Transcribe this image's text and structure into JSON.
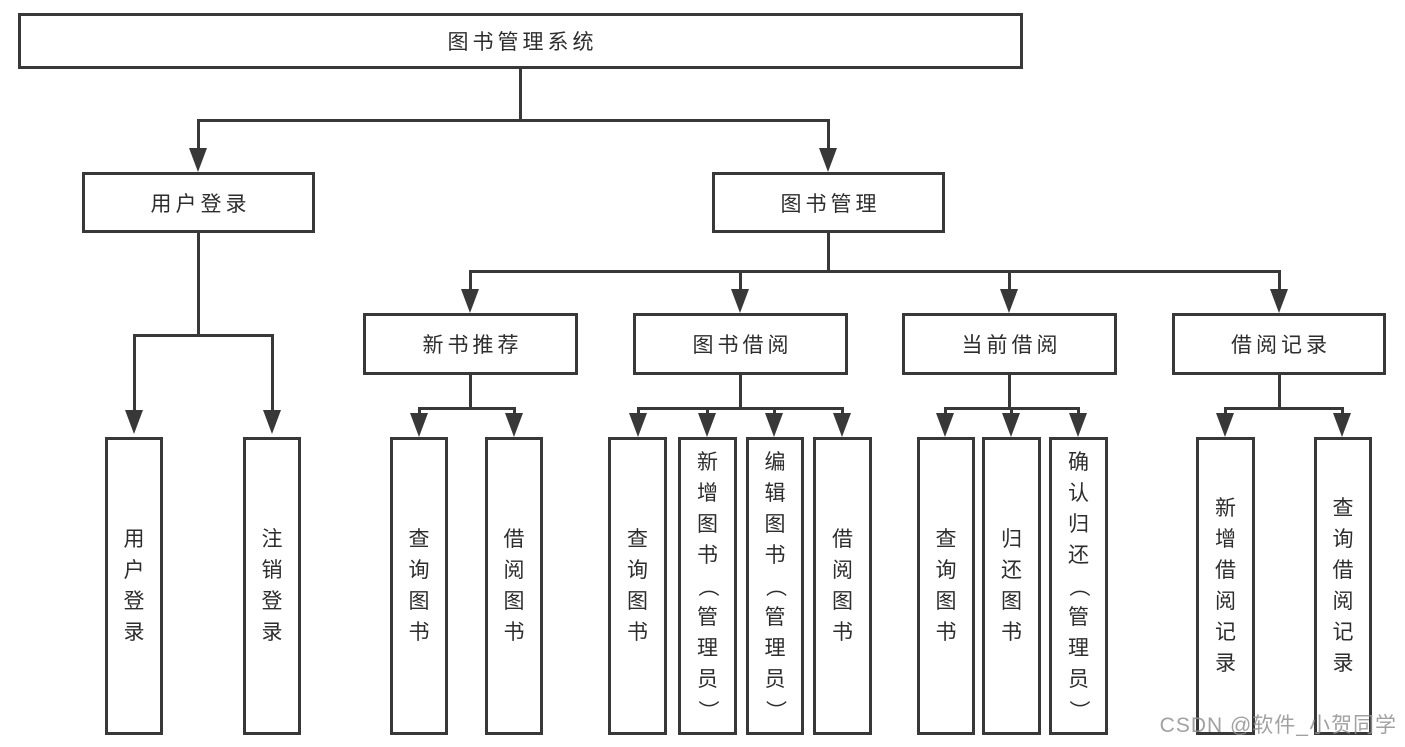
{
  "title": "图书管理系统",
  "colors": {
    "line": "#383838",
    "box_border": "#383838",
    "box_fill": "#ffffff",
    "text": "#2d2d2d",
    "watermark_text": "#919191"
  },
  "nodes": {
    "root": {
      "label": "图书管理系统"
    },
    "user_login": {
      "label": "用户登录"
    },
    "book_mgmt": {
      "label": "图书管理"
    },
    "new_book": {
      "label": "新书推荐"
    },
    "book_borrow": {
      "label": "图书借阅"
    },
    "current_borrow": {
      "label": "当前借阅"
    },
    "borrow_record": {
      "label": "借阅记录"
    }
  },
  "leaves": [
    {
      "group": "user_login",
      "label": "用户登录"
    },
    {
      "group": "user_login",
      "label": "注销登录"
    },
    {
      "group": "new_book",
      "label": "查询图书"
    },
    {
      "group": "new_book",
      "label": "借阅图书"
    },
    {
      "group": "book_borrow",
      "label": "查询图书"
    },
    {
      "group": "book_borrow",
      "label": "新增图书（管理员）"
    },
    {
      "group": "book_borrow",
      "label": "编辑图书（管理员）"
    },
    {
      "group": "book_borrow",
      "label": "借阅图书"
    },
    {
      "group": "current_borrow",
      "label": "查询图书"
    },
    {
      "group": "current_borrow",
      "label": "归还图书"
    },
    {
      "group": "current_borrow",
      "label": "确认归还（管理员）"
    },
    {
      "group": "borrow_record",
      "label": "新增借阅记录"
    },
    {
      "group": "borrow_record",
      "label": "查询借阅记录"
    }
  ],
  "watermark": {
    "text": "CSDN @软件_小贺同学"
  }
}
